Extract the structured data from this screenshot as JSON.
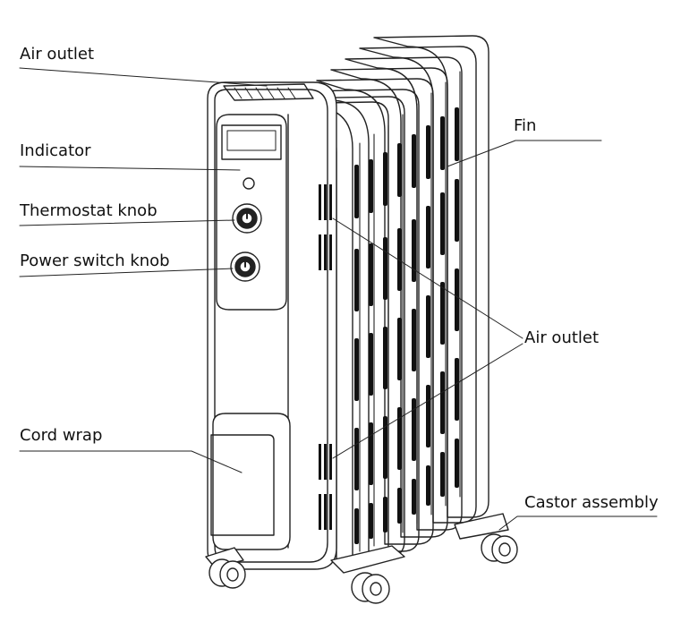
{
  "labels": {
    "air_outlet_top": "Air outlet",
    "indicator": "Indicator",
    "thermostat_knob": "Thermostat knob",
    "power_switch_knob": "Power switch knob",
    "cord_wrap": "Cord wrap",
    "fin": "Fin",
    "air_outlet_side": "Air outlet",
    "castor_assembly": "Castor assembly"
  },
  "colors": {
    "line": "#222222",
    "text": "#111111"
  }
}
